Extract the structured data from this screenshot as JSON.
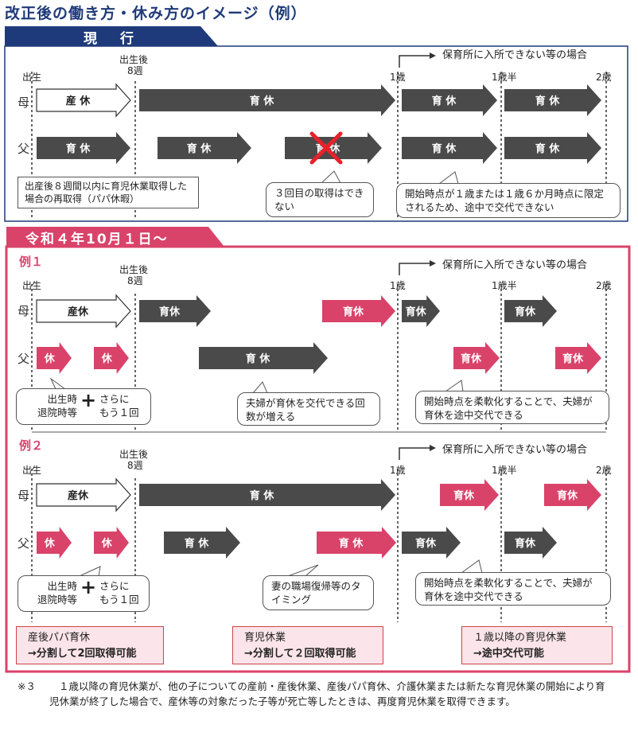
{
  "title": "改正後の働き方・休み方のイメージ（例）",
  "current_label": "現　行",
  "new_label": "令和４年10月１日～",
  "daycare_note": "保育所に入所できない等の場合",
  "timeline": {
    "birth": "出生",
    "after8_line1": "出生後",
    "after8_line2": "8週",
    "one": "1歳",
    "oneHalf": "1歳半",
    "two": "2歳"
  },
  "row_mother": "母",
  "row_father": "父",
  "arrow_text": {
    "sankyu": "産休",
    "ikukyu": "育休",
    "ikukyu_sp": "育 休",
    "kyu": "休",
    "sankyu_sp": "産 休"
  },
  "current_box1": "出産後８週間以内に育児休業取得した場合の再取得（パパ休暇）",
  "current_box2": "３回目の取得はできない",
  "current_box3": "開始時点が１歳または１歳６か月時点に限定されるため、途中で交代できない",
  "ex1_label": "例１",
  "ex2_label": "例２",
  "ex_common": {
    "birth_left1": "出生時",
    "birth_left2": "退院時等",
    "plus": "+",
    "birth_right1": "さらに",
    "birth_right2": "もう１回"
  },
  "ex1_box2": "夫婦が育休を交代できる回数が増える",
  "ex1_box3": "開始時点を柔軟化することで、夫婦が育休を途中交代できる",
  "ex2_box2": "妻の職場復帰等のタイミング",
  "ex2_box3": "開始時点を柔軟化することで、夫婦が育休を途中交代できる",
  "sum1_l1": "産後パパ育休",
  "sum1_l2": "→分割して2回取得可能",
  "sum2_l1": "育児休業",
  "sum2_l2": "→分割して２回取得可能",
  "sum3_l1": "１歳以降の育児休業",
  "sum3_l2": "→途中交代可能",
  "footnote_mark": "※３",
  "footnote": "１歳以降の育児休業が、他の子についての産前・産後休業、産後パパ育休、介護休業または新たな育児休業の開始により育児休業が終了した場合で、産休等の対象だった子等が死亡等したときは、再度育児休業を取得できます。",
  "colors": {
    "navy": "#1f3a7a",
    "pink": "#d9436a",
    "dark": "#4a4a4a",
    "frame": "#d9436a"
  }
}
